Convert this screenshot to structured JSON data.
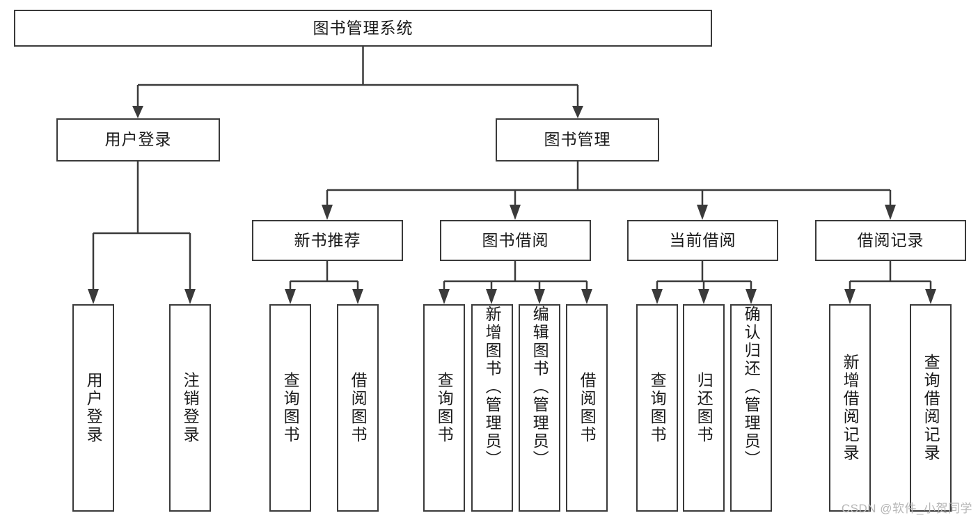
{
  "diagram": {
    "title": "图书管理系统",
    "type": "hierarchy-tree",
    "watermark": "CSDN @软件_小贺同学",
    "colors": {
      "stroke": "#3a3a3a",
      "fill": "#ffffff",
      "text": "#1a1a1a",
      "watermark": "#b6b6b6"
    },
    "levels": {
      "root": {
        "label": "图书管理系统"
      },
      "level2": [
        {
          "label": "用户登录"
        },
        {
          "label": "图书管理"
        }
      ],
      "level3": [
        {
          "label": "新书推荐"
        },
        {
          "label": "图书借阅"
        },
        {
          "label": "当前借阅"
        },
        {
          "label": "借阅记录"
        }
      ],
      "leaves": {
        "user_login": [
          {
            "label": "用户登录"
          },
          {
            "label": "注销登录"
          }
        ],
        "new_book_recommend": [
          {
            "label": "查询图书"
          },
          {
            "label": "借阅图书"
          }
        ],
        "book_borrow": [
          {
            "label": "查询图书"
          },
          {
            "label": "新增图书（管理员）"
          },
          {
            "label": "编辑图书（管理员）"
          },
          {
            "label": "借阅图书"
          }
        ],
        "current_borrow": [
          {
            "label": "查询图书"
          },
          {
            "label": "归还图书"
          },
          {
            "label": "确认归还（管理员）"
          }
        ],
        "borrow_record": [
          {
            "label": "新增借阅记录"
          },
          {
            "label": "查询借阅记录"
          }
        ]
      }
    }
  }
}
